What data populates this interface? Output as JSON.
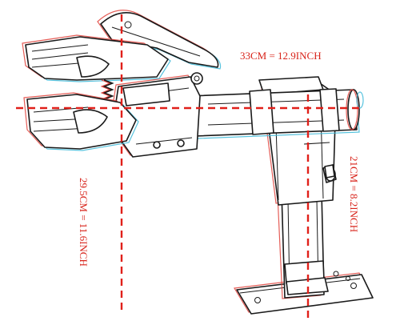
{
  "dimensions": {
    "length_label": "33CM = 12.9INCH",
    "clamp_height_label": "29.5CM = 11.6INCH",
    "stand_height_label": "21CM = 8.2INCH"
  },
  "colors": {
    "dimension_line": "#e0201a",
    "label_text": "#d8231a",
    "sketch_stroke": "#1a1a1a",
    "fringe_red": "#e0413a",
    "fringe_cyan": "#3bb8d8"
  },
  "subject": {
    "icon": "bike-repair-clamp-drawing"
  }
}
